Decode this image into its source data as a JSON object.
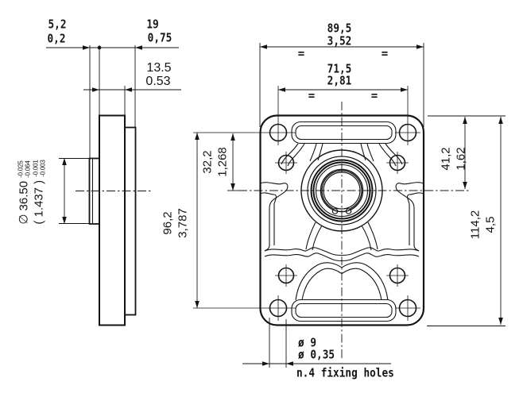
{
  "side_view": {
    "pilot_width": {
      "mm": "5,2",
      "in": "0,2"
    },
    "total_depth": {
      "mm": "19",
      "in": "0,75"
    },
    "body_depth": {
      "mm": "13.5",
      "in": "0.53"
    },
    "pilot_diameter": {
      "mm": "∅ 36.50",
      "mm_tol_upper": "-0.025",
      "mm_tol_lower": "-0.064",
      "in": "( 1.437 )",
      "in_tol_upper": "-0.001",
      "in_tol_lower": "-0.003"
    }
  },
  "front_view": {
    "overall_width": {
      "mm": "89,5",
      "in": "3,52"
    },
    "bolt_span_h": {
      "mm": "71,5",
      "in": "2,81"
    },
    "center_to_bolt_v": {
      "mm": "32,2",
      "in": "1,268"
    },
    "bolt_span_v": {
      "mm": "96,2",
      "in": "3,787"
    },
    "top_to_center": {
      "mm": "41,2",
      "in": "1,62"
    },
    "overall_height": {
      "mm": "114,2",
      "in": "4,5"
    },
    "equal_mark": "=",
    "fixing_hole": {
      "dia_mm": "ø 9",
      "dia_in": "ø 0,35",
      "note": "n.4 fixing holes"
    }
  },
  "colors": {
    "line": "#141414",
    "background": "#ffffff"
  }
}
